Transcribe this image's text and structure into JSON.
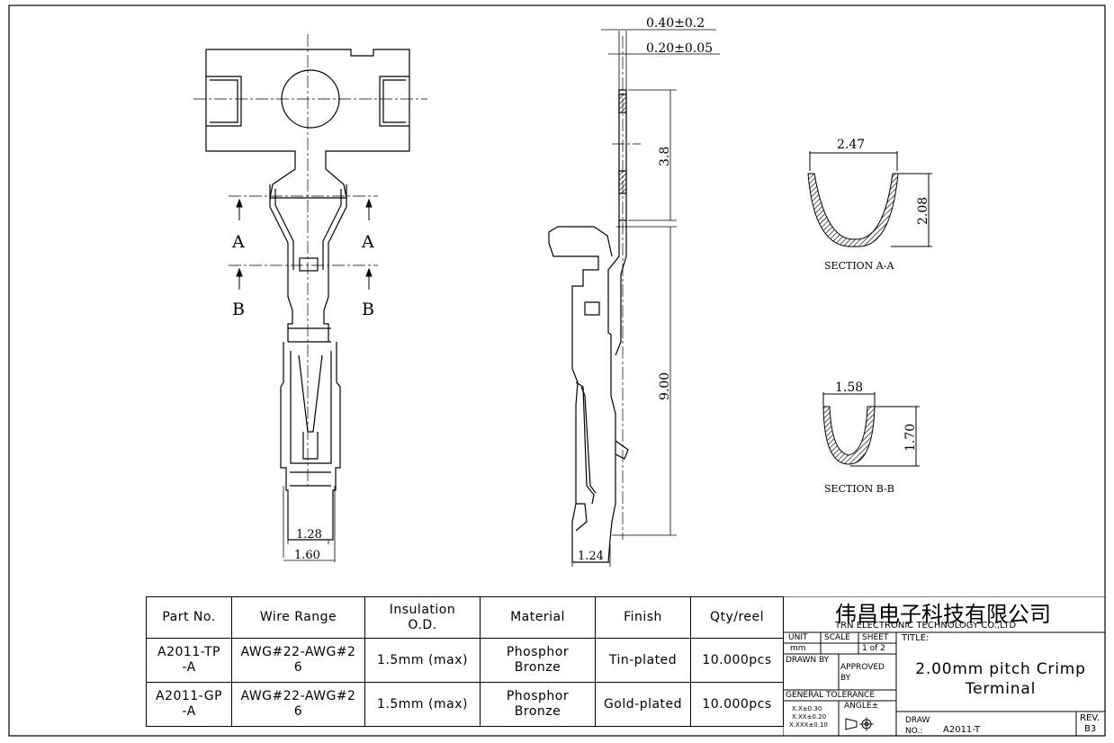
{
  "dimensions": {
    "thickness_outer": "0.40±0.2",
    "thickness_inner": "0.20±0.05",
    "len_3_8": "3.8",
    "len_9_00": "9.00",
    "width_1_28": "1.28",
    "width_1_60": "1.60",
    "width_1_24": "1.24",
    "section_a_width": "2.47",
    "section_a_height": "2.08",
    "section_b_width": "1.58",
    "section_b_height": "1.70"
  },
  "section_marks": {
    "a": "A",
    "b": "B"
  },
  "section_labels": {
    "a": "SECTION A-A",
    "b": "SECTION B-B"
  },
  "table": {
    "headers": [
      "Part No.",
      "Wire Range",
      "Insulation\nO.D.",
      "Material",
      "Finish",
      "Qty/reel"
    ],
    "rows": [
      [
        "A2011-TP\n-A",
        "AWG#22-AWG#2\n6",
        "1.5mm (max)",
        "Phosphor\nBronze",
        "Tin-plated",
        "10.000pcs"
      ],
      [
        "A2011-GP\n-A",
        "AWG#22-AWG#2\n6",
        "1.5mm (max)",
        "Phosphor\nBronze",
        "Gold-plated",
        "10.000pcs"
      ]
    ]
  },
  "title_block": {
    "company_cn": "伟昌电子科技有限公司",
    "company_en": "TRN ELECTRONIC TECHNOLOGY CO.,LTD",
    "unit_label": "UNIT",
    "unit_value": "mm",
    "scale_label": "SCALE",
    "sheet_label": "SHEET",
    "sheet_value": "1 of 2",
    "drawn_by": "DRAWN BY",
    "approved_by": "APPROVED BY",
    "general_tolerance": "GENERAL TOLERANCE",
    "tol_1": "X.X±0.30",
    "tol_2": "X.XX±0.20",
    "tol_3": "X.XXX±0.10",
    "angle": "ANGLE±",
    "title_label": "TITLE:",
    "title": "2.00mm pitch Crimp Terminal",
    "draw_no_label": "DRAW NO.:",
    "draw_no": "A2011-T",
    "rev_label": "REV.",
    "rev": "B3"
  }
}
